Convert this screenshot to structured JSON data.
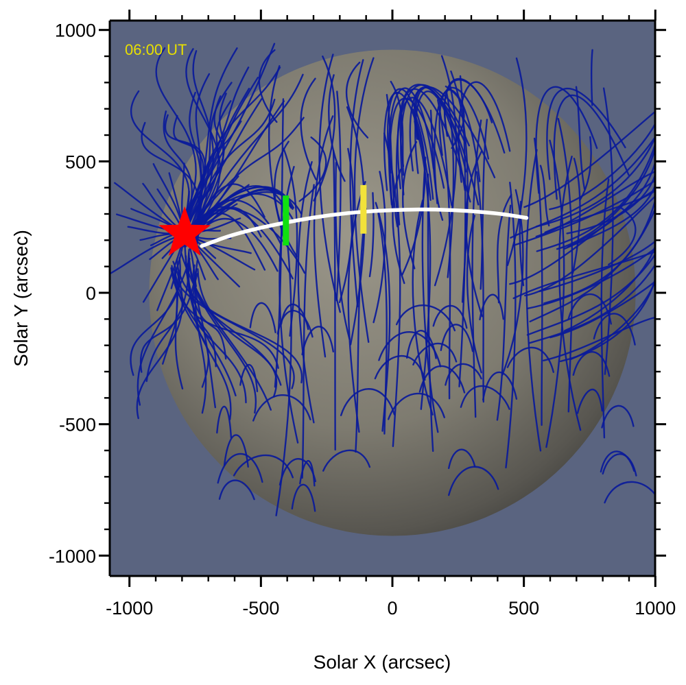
{
  "chart_data": {
    "type": "scatter",
    "title": "",
    "xlabel": "Solar X (arcsec)",
    "ylabel": "Solar Y (arcsec)",
    "xlim": [
      -1000,
      1000
    ],
    "ylim": [
      -1000,
      1000
    ],
    "x_ticks": [
      -1000,
      -500,
      0,
      500,
      1000
    ],
    "y_ticks": [
      -1000,
      -500,
      0,
      500,
      1000
    ],
    "x_tick_labels": [
      "-1000",
      "-500",
      "0",
      "500",
      "1000"
    ],
    "y_tick_labels": [
      "-1000",
      "-500",
      "0",
      "500",
      "1000"
    ],
    "grid": false,
    "annotation": {
      "text": "06:00 UT",
      "color": "#e8e000"
    },
    "solar_disk": {
      "center": [
        0,
        0
      ],
      "radius": 925
    },
    "source_marker": {
      "x": -790,
      "y": 225,
      "shape": "star",
      "color": "#ff0000"
    },
    "wave_track": [
      {
        "x": -725,
        "y": 178
      },
      {
        "x": -600,
        "y": 225
      },
      {
        "x": -400,
        "y": 270
      },
      {
        "x": -200,
        "y": 302
      },
      {
        "x": 0,
        "y": 316
      },
      {
        "x": 200,
        "y": 318
      },
      {
        "x": 400,
        "y": 303
      },
      {
        "x": 510,
        "y": 285
      }
    ],
    "track_color": "#ffffff",
    "front_markers": [
      {
        "x": -405,
        "y_range": [
          180,
          370
        ],
        "color": "#10e010"
      },
      {
        "x": -110,
        "y_range": [
          225,
          410
        ],
        "color": "#f2e23a"
      }
    ],
    "field_line_color": "#0a1a9a",
    "background_color": "#5a6480"
  }
}
